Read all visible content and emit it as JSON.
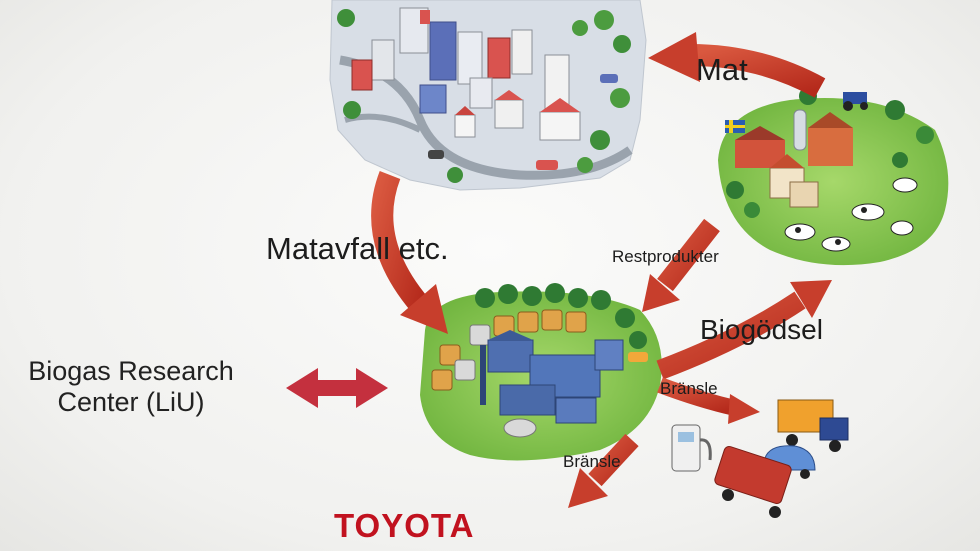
{
  "labels": {
    "mat": "Mat",
    "matavfall": "Matavfall  etc.",
    "restprodukter": "Restprodukter",
    "biogodsel": "Biogödsel",
    "bransle_truck": "Bränsle",
    "bransle_down": "Bränsle",
    "research_line1": "Biogas Research",
    "research_line2": "Center (LiU)",
    "brand": "TOYOTA"
  },
  "colors": {
    "arrow_red": "#c0392b",
    "brand_red": "#c1121f",
    "grass_green": "#7dc24b",
    "research_arrow": "#c4303e"
  },
  "icons": [
    "city-illustration",
    "farm-illustration",
    "biogas-plant-illustration",
    "fuel-pump-icon",
    "truck-icon",
    "car-icon",
    "bus-icon",
    "double-arrow-icon"
  ]
}
